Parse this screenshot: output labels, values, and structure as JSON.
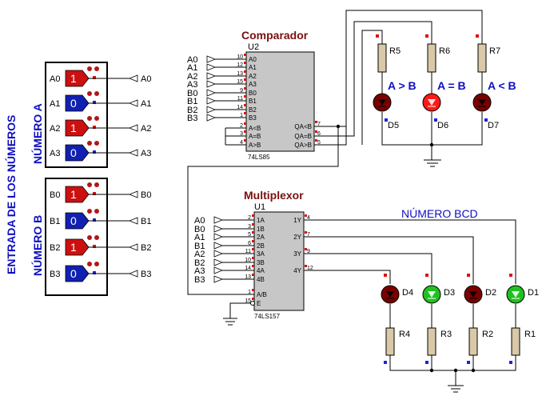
{
  "side_labels": {
    "outer": "ENTRADA DE LOS NÚMEROS",
    "group_a": "NÚMERO A",
    "group_b": "NÚMERO B"
  },
  "inputs_a": [
    {
      "name": "A0",
      "value": "1",
      "state": "high",
      "terminal": "A0"
    },
    {
      "name": "A1",
      "value": "0",
      "state": "low",
      "terminal": "A1"
    },
    {
      "name": "A2",
      "value": "1",
      "state": "high",
      "terminal": "A2"
    },
    {
      "name": "A3",
      "value": "0",
      "state": "low",
      "terminal": "A3"
    }
  ],
  "inputs_b": [
    {
      "name": "B0",
      "value": "1",
      "state": "high",
      "terminal": "B0"
    },
    {
      "name": "B1",
      "value": "0",
      "state": "low",
      "terminal": "B1"
    },
    {
      "name": "B2",
      "value": "1",
      "state": "high",
      "terminal": "B2"
    },
    {
      "name": "B3",
      "value": "0",
      "state": "low",
      "terminal": "B3"
    }
  ],
  "comparator": {
    "title": "Comparador",
    "ref": "U2",
    "part": "74LS85",
    "input_terminals": [
      "A0",
      "A1",
      "A2",
      "A3",
      "B0",
      "B1",
      "B2",
      "B3"
    ],
    "pins_left": [
      {
        "num": "10",
        "label": "A0"
      },
      {
        "num": "12",
        "label": "A1"
      },
      {
        "num": "13",
        "label": "A2"
      },
      {
        "num": "15",
        "label": "A3"
      },
      {
        "num": "9",
        "label": "B0"
      },
      {
        "num": "11",
        "label": "B1"
      },
      {
        "num": "14",
        "label": "B2"
      },
      {
        "num": "1",
        "label": "B3"
      },
      {
        "num": "2",
        "label": "A<B"
      },
      {
        "num": "3",
        "label": "A=B"
      },
      {
        "num": "4",
        "label": "A>B"
      }
    ],
    "pins_right": [
      {
        "num": "7",
        "label": "QA<B"
      },
      {
        "num": "6",
        "label": "QA=B"
      },
      {
        "num": "5",
        "label": "QA>B"
      }
    ]
  },
  "compare_outputs": [
    {
      "resistor": "R5",
      "led": "D5",
      "relation": "A > B",
      "lit": false
    },
    {
      "resistor": "R6",
      "led": "D6",
      "relation": "A = B",
      "lit": true
    },
    {
      "resistor": "R7",
      "led": "D7",
      "relation": "A < B",
      "lit": false
    }
  ],
  "multiplexer": {
    "title": "Multiplexor",
    "ref": "U1",
    "part": "74LS157",
    "input_terminals": [
      "A0",
      "B0",
      "A1",
      "B1",
      "A2",
      "B2",
      "A3",
      "B3"
    ],
    "pins_left": [
      {
        "num": "2",
        "label": "1A"
      },
      {
        "num": "3",
        "label": "1B"
      },
      {
        "num": "5",
        "label": "2A"
      },
      {
        "num": "6",
        "label": "2B"
      },
      {
        "num": "11",
        "label": "3A"
      },
      {
        "num": "10",
        "label": "3B"
      },
      {
        "num": "14",
        "label": "4A"
      },
      {
        "num": "13",
        "label": "4B"
      },
      {
        "num": "1",
        "label": "A/B"
      },
      {
        "num": "15",
        "label": "E"
      }
    ],
    "pins_right": [
      {
        "num": "4",
        "label": "1Y"
      },
      {
        "num": "7",
        "label": "2Y"
      },
      {
        "num": "9",
        "label": "3Y"
      },
      {
        "num": "12",
        "label": "4Y"
      }
    ]
  },
  "bcd": {
    "title": "NÚMERO BCD",
    "leds": [
      {
        "led": "D4",
        "resistor": "R4",
        "lit": false
      },
      {
        "led": "D3",
        "resistor": "R3",
        "lit": true
      },
      {
        "led": "D2",
        "resistor": "R2",
        "lit": false
      },
      {
        "led": "D1",
        "resistor": "R1",
        "lit": true
      }
    ]
  },
  "colors": {
    "high_box": "#cc1010",
    "low_box": "#1020b0",
    "led_off": "#7a0000",
    "led_red_on": "#ff1a1a",
    "led_green_on": "#20c020",
    "chip_fill": "#c7c7c7",
    "title_red": "#7a1010",
    "title_blue": "#1010c0"
  }
}
